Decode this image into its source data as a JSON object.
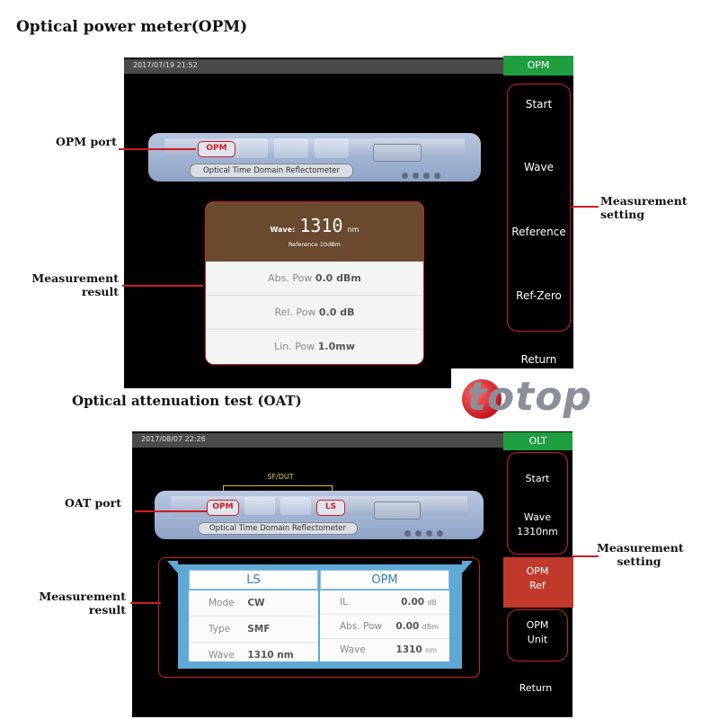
{
  "opm_section": {
    "heading": "Optical power meter(OPM)",
    "status_time": "2017/07/19 21:52",
    "mode_tab": "OPM",
    "menu": [
      "Start",
      "Wave",
      "Reference",
      "Ref-Zero",
      "Return"
    ],
    "port_label": "OPM",
    "device_label": "Optical Time Domain Reflectometer",
    "result": {
      "wave_label": "Wave:",
      "wave_value": "1310",
      "wave_unit": "nm",
      "reference": "Reference 10dBm",
      "rows": [
        {
          "label": "Abs. Pow",
          "value": "0.0 dBm"
        },
        {
          "label": "Rel. Pow",
          "value": "0.0 dB"
        },
        {
          "label": "Lin. Pow",
          "value": "1.0mw"
        }
      ]
    },
    "callouts": {
      "port": "OPM port",
      "result_line1": "Measurement",
      "result_line2": "result",
      "setting_line1": "Measurement",
      "setting_line2": "setting"
    }
  },
  "logo": "totop",
  "oat_section": {
    "heading": "Optical attenuation test (OAT)",
    "status_time": "2017/08/07 22:26",
    "mode_tab": "OLT",
    "fiber_label": "SF/DUT",
    "port_opm": "OPM",
    "port_ls": "LS",
    "device_label": "Optical Time Domain Reflectometer",
    "menu": [
      {
        "line1": "Start",
        "line2": ""
      },
      {
        "line1": "Wave",
        "line2": "1310nm"
      },
      {
        "line1": "OPM",
        "line2": "Ref"
      },
      {
        "line1": "OPM",
        "line2": "Unit"
      },
      {
        "line1": "Return",
        "line2": ""
      }
    ],
    "ls_header": "LS",
    "opm_header": "OPM",
    "ls_rows": [
      {
        "label": "Mode",
        "value": "CW"
      },
      {
        "label": "Type",
        "value": "SMF"
      },
      {
        "label": "Wave",
        "value": "1310 nm"
      }
    ],
    "opm_rows": [
      {
        "label": "IL",
        "value": "0.00",
        "unit": "dB"
      },
      {
        "label": "Abs. Pow",
        "value": "0.00",
        "unit": "dBm"
      },
      {
        "label": "Wave",
        "value": "1310",
        "unit": "nm"
      }
    ],
    "callouts": {
      "port": "OAT port",
      "result_line1": "Measurement",
      "result_line2": "result",
      "setting_line1": "Measurement",
      "setting_line2": "setting"
    },
    "colors": {
      "highlight": "#c0392b",
      "tab": "#1e9e3e",
      "panel": "#5fa9d6"
    }
  }
}
